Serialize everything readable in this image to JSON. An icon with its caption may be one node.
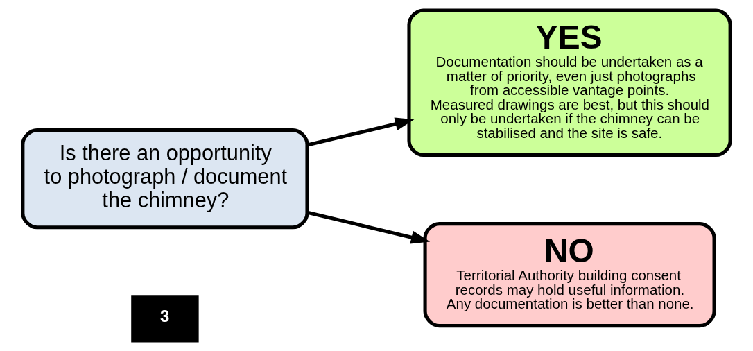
{
  "diagram": {
    "nodes": [
      {
        "text": [
          "3"
        ]
      },
      {
        "text": [
          "Is there an opportunity to photograph / document the chimney?"
        ]
      },
      {
        "text": [
          "YES",
          "Documentation should be undertaken as a matter of priority, even just photographs from accessible vantage points.",
          "Measured drawings are best, but this should only be undertaken if the chimney can be stabilised and the site is safe."
        ]
      },
      {
        "text": [
          "NO",
          "Territorial Authority building consent records may hold useful information.",
          "Any documentation is better than none."
        ]
      }
    ],
    "edges": [
      {
        "from": 1,
        "to": 2,
        "arrow": "to"
      },
      {
        "from": 1,
        "to": 3,
        "arrow": "to"
      }
    ]
  }
}
